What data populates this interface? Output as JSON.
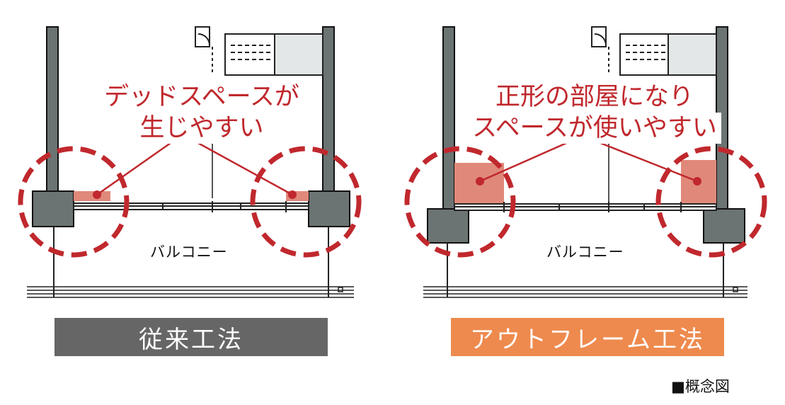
{
  "left_panel": {
    "callout_line1": "デッドスペースが",
    "callout_line2": "生じやすい",
    "balcony_label": "バルコニー",
    "method_label": "従来工法",
    "method_color": "#666666"
  },
  "right_panel": {
    "callout_line1": "正形の部屋になり",
    "callout_line2": "スペースが使いやすい",
    "balcony_label": "バルコニー",
    "method_label": "アウトフレーム工法",
    "method_color": "#ee8a4e"
  },
  "note": "■概念図",
  "colors": {
    "wall": "#6b7373",
    "highlight": "#e0897a",
    "dashed_circle": "#c0282d",
    "text_red": "#c0282d"
  }
}
